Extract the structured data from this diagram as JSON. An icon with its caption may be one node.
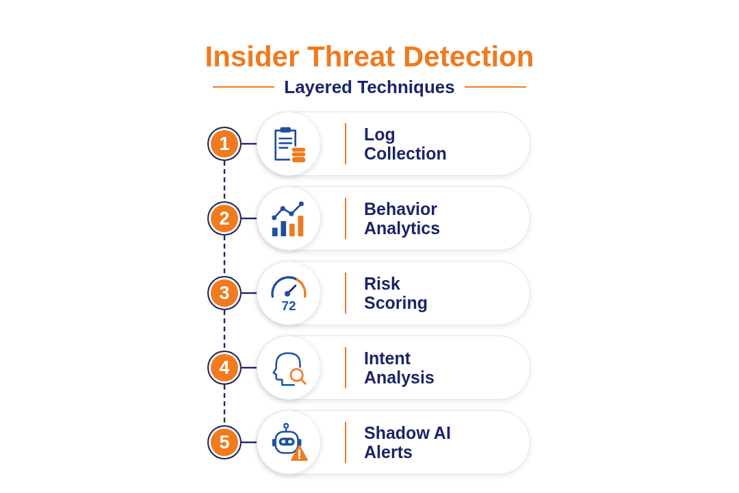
{
  "diagram": {
    "title": "Insider Threat Detection",
    "nodes": [
      {
        "text": [
          "1"
        ]
      },
      {
        "text": [
          "Log Collection"
        ]
      },
      {
        "text": [
          "2"
        ]
      },
      {
        "text": [
          "Behavior Analytics"
        ]
      },
      {
        "text": [
          "3"
        ]
      },
      {
        "text": [
          "Risk Scoring"
        ]
      },
      {
        "text": [
          "4"
        ]
      },
      {
        "text": [
          "Intent Analysis"
        ]
      },
      {
        "text": [
          "5"
        ]
      },
      {
        "text": [
          "Shadow AI Alerts"
        ]
      }
    ],
    "edges": [
      {
        "from": 0,
        "to": 1,
        "arrow": "none"
      },
      {
        "from": 2,
        "to": 3,
        "arrow": "none"
      },
      {
        "from": 4,
        "to": 5,
        "arrow": "none"
      },
      {
        "from": 6,
        "to": 7,
        "arrow": "none"
      },
      {
        "from": 8,
        "to": 9,
        "arrow": "none"
      },
      {
        "from": 0,
        "to": 2,
        "arrow": "none",
        "style": "dashed"
      },
      {
        "from": 2,
        "to": 4,
        "arrow": "none",
        "style": "dashed"
      },
      {
        "from": 4,
        "to": 6,
        "arrow": "none",
        "style": "dashed"
      },
      {
        "from": 6,
        "to": 8,
        "arrow": "none",
        "style": "dashed"
      }
    ],
    "labels": [
      "Layered Techniques",
      "72"
    ]
  }
}
